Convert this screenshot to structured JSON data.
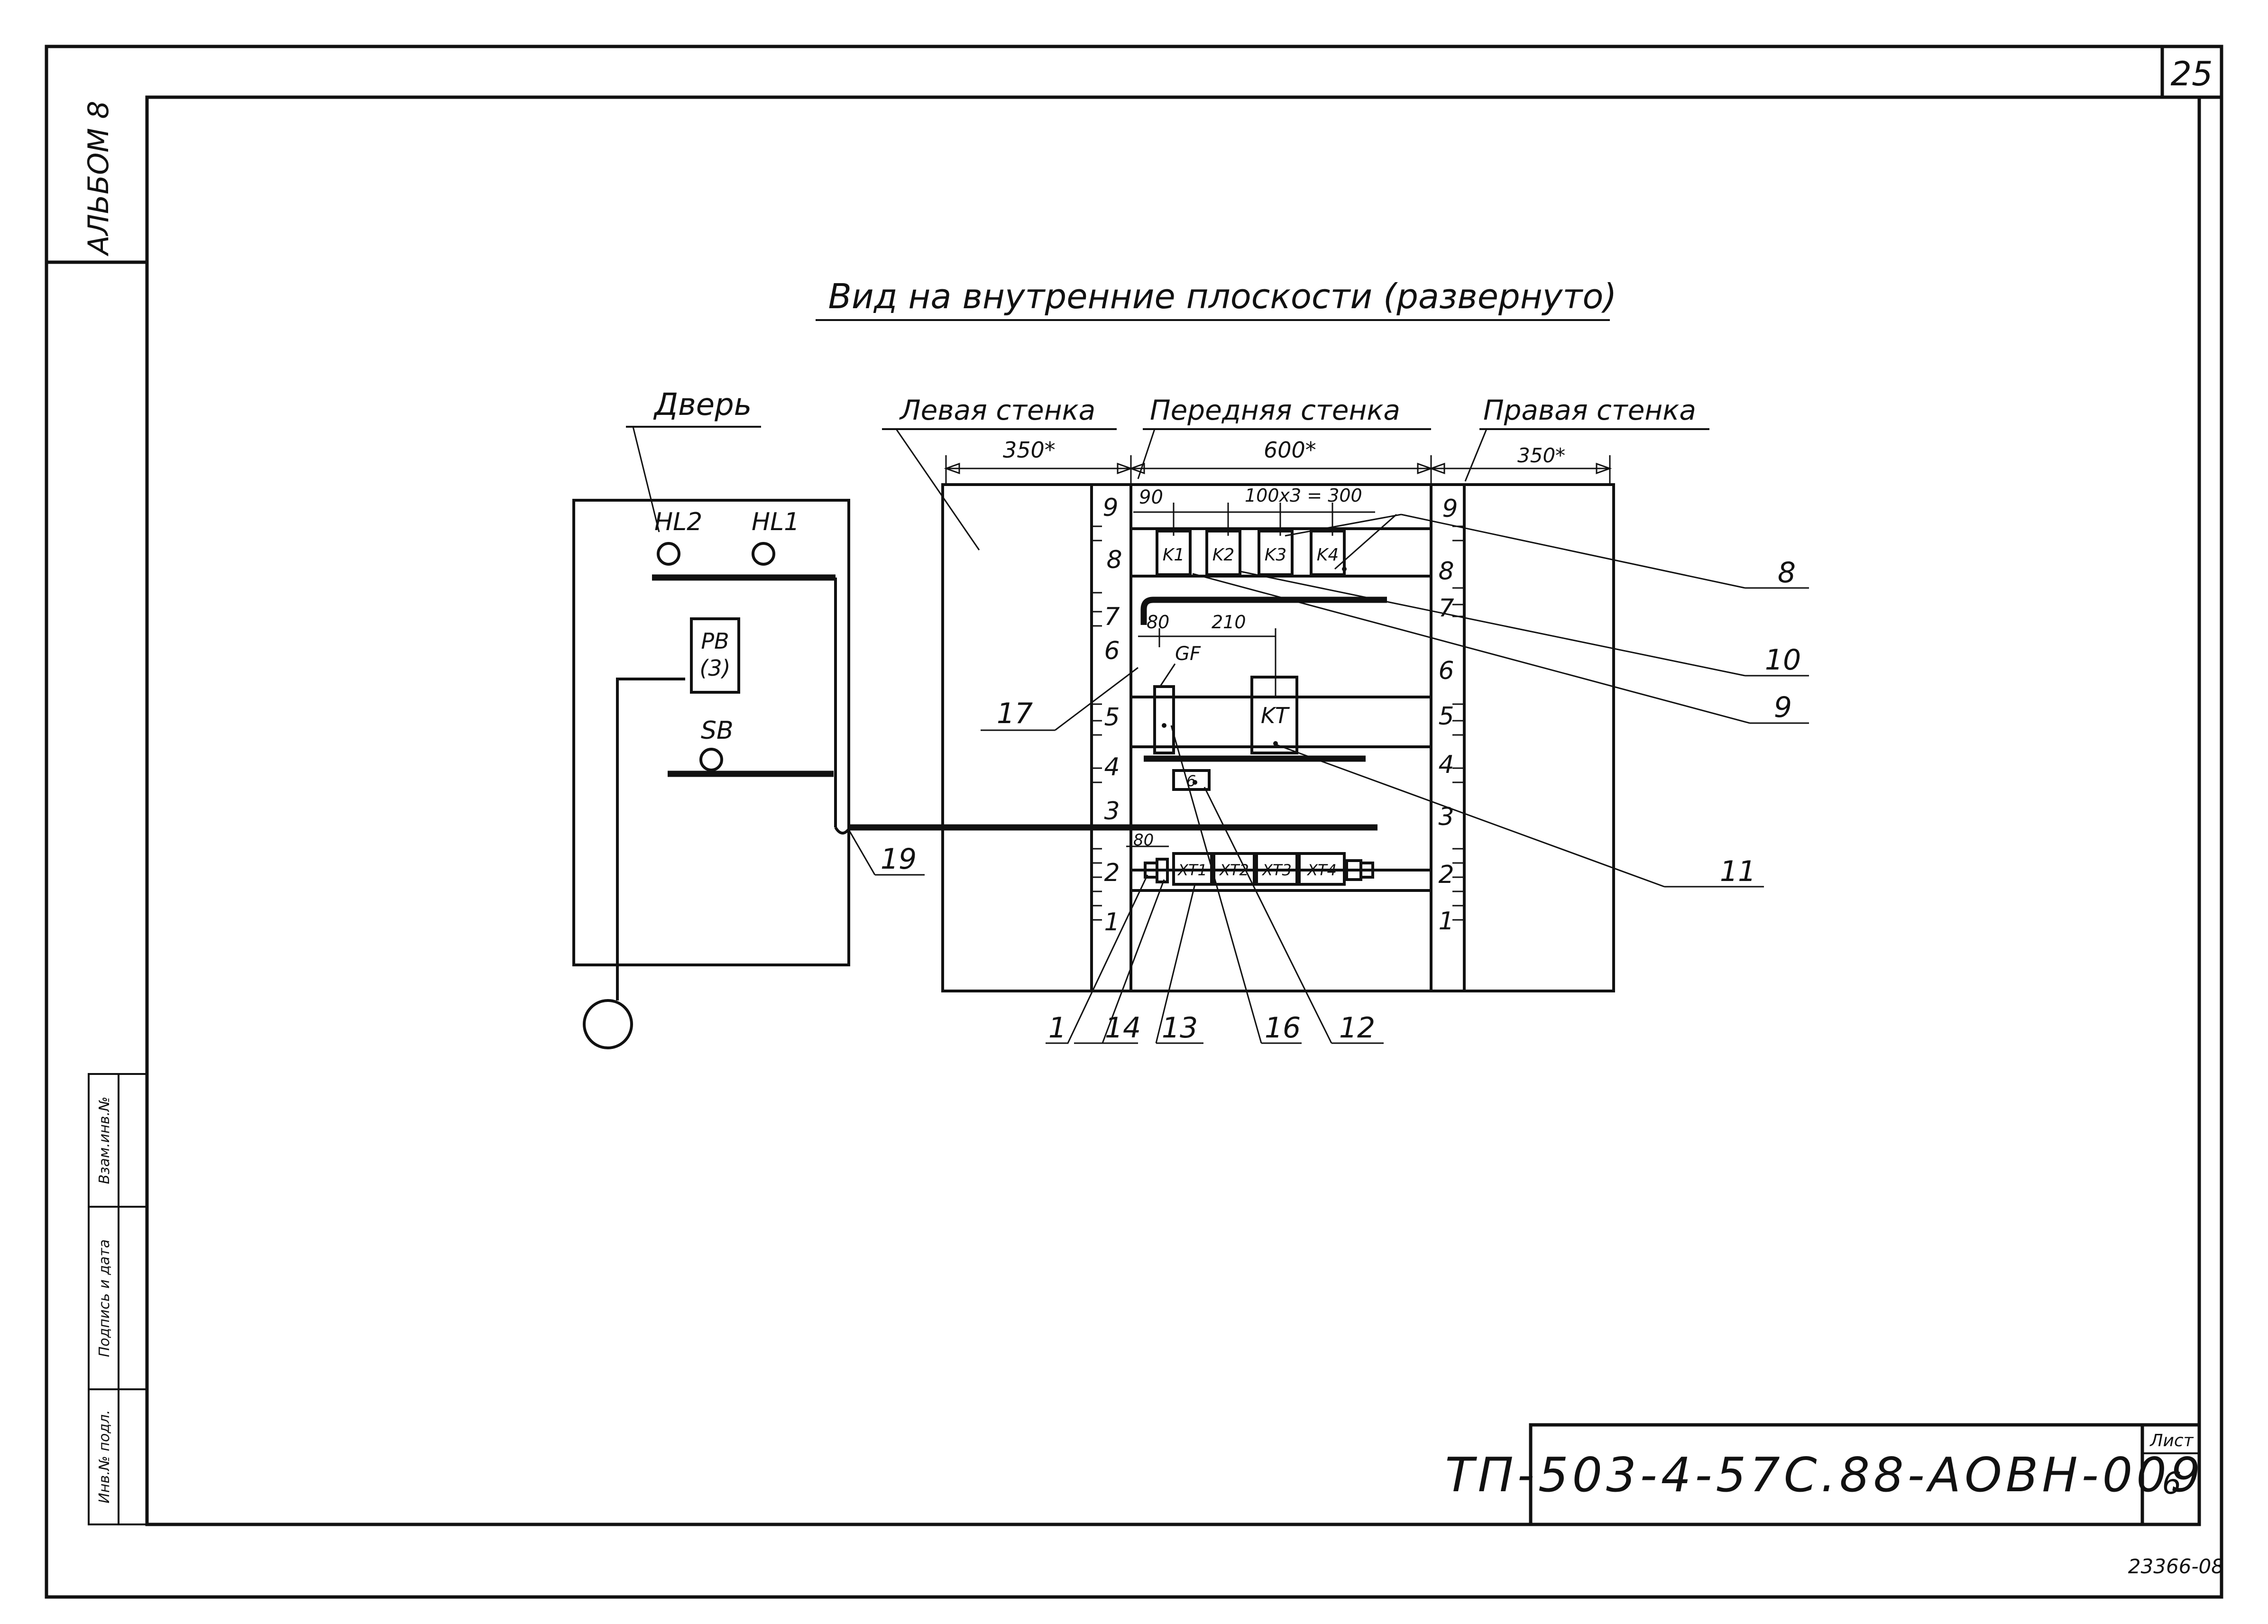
{
  "sheet": {
    "album": "АЛЬБОМ 8",
    "page_number": "25",
    "stamp_code": "ТП-503-4-57С.88-АОВН-009",
    "sheet_label": "Лист",
    "sheet_number": "6",
    "archive_number": "23366-08",
    "side_stamp": [
      "Инв.№ подл.",
      "Подпись и дата",
      "Взам.инв.№"
    ]
  },
  "drawing": {
    "title": "Вид на внутренние плоскости (развернуто)",
    "labels": {
      "door": "Дверь",
      "left_wall": "Левая стенка",
      "front_wall": "Передняя стенка",
      "right_wall": "Правая стенка"
    },
    "dimensions": {
      "left_width": "350*",
      "front_width": "600*",
      "right_width": "350*",
      "relay_offset": "90",
      "relay_pitch": "100x3 = 300",
      "gf_offset": "80",
      "kt_offset": "210",
      "terminal_offset": "80"
    },
    "door_devices": {
      "lamp_2": "HL2",
      "lamp_1": "HL1",
      "switch_line1": "РВ",
      "switch_line2": "(3)",
      "button": "SB"
    },
    "components": {
      "relays": [
        "K1",
        "K2",
        "K3",
        "K4"
      ],
      "breaker": "GF",
      "timer": "KT",
      "socket": "6",
      "terminals": [
        "XT1",
        "XT2",
        "XT3",
        "XT4"
      ]
    },
    "rail_scale": [
      "9",
      "8",
      "7",
      "6",
      "5",
      "4",
      "3",
      "2",
      "1"
    ],
    "callouts": {
      "c1": "1",
      "c8": "8",
      "c9": "9",
      "c10": "10",
      "c11": "11",
      "c12": "12",
      "c13": "13",
      "c14": "14",
      "c16": "16",
      "c17": "17",
      "c19": "19"
    }
  }
}
